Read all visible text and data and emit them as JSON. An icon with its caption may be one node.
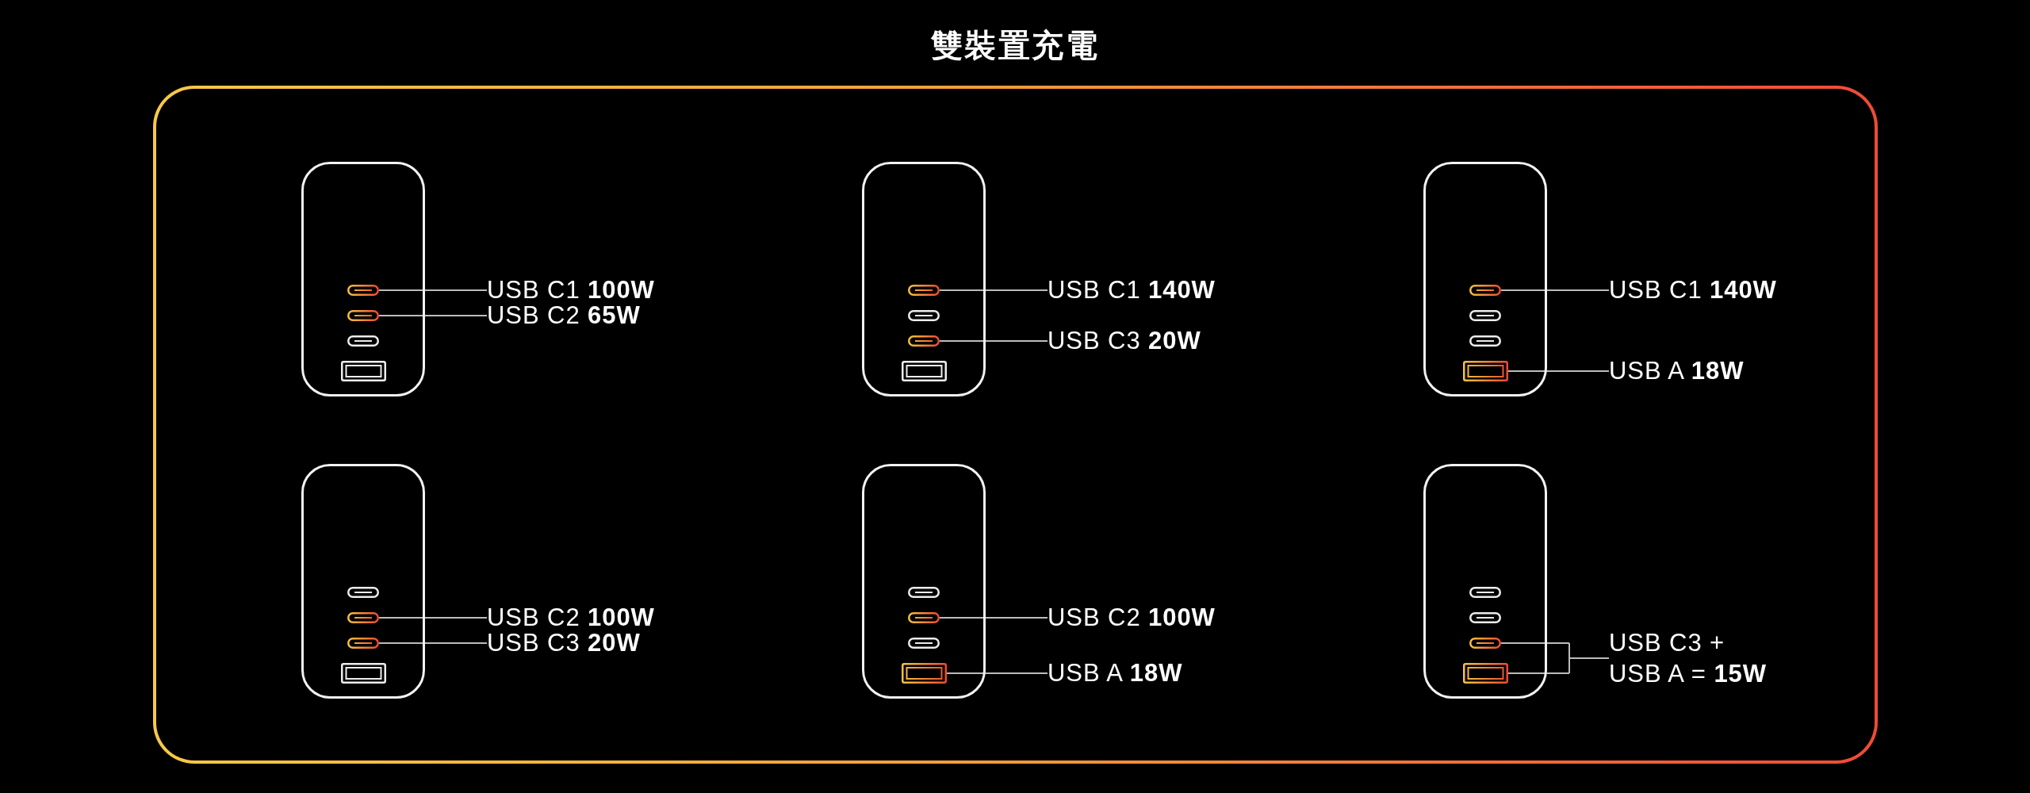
{
  "diagram": {
    "title": "雙裝置充電",
    "nodes": [
      {
        "text": [],
        "shape": "box"
      },
      {
        "text": [],
        "shape": "bar",
        "in": 0
      },
      {
        "text": [],
        "shape": "bar",
        "in": 0
      },
      {
        "text": [],
        "shape": "bar",
        "in": 0
      },
      {
        "text": [],
        "shape": "box",
        "in": 0
      },
      {
        "text": [
          "USB C1 **100W**"
        ]
      },
      {
        "text": [
          "USB C2 **65W**"
        ]
      },
      {
        "text": [],
        "shape": "box"
      },
      {
        "text": [],
        "shape": "bar",
        "in": 7
      },
      {
        "text": [],
        "shape": "bar",
        "in": 7
      },
      {
        "text": [],
        "shape": "bar",
        "in": 7
      },
      {
        "text": [],
        "shape": "box",
        "in": 7
      },
      {
        "text": [
          "USB C1 **140W**"
        ]
      },
      {
        "text": [
          "USB C3 **20W**"
        ]
      },
      {
        "text": [],
        "shape": "box"
      },
      {
        "text": [],
        "shape": "bar",
        "in": 14
      },
      {
        "text": [],
        "shape": "bar",
        "in": 14
      },
      {
        "text": [],
        "shape": "bar",
        "in": 14
      },
      {
        "text": [],
        "shape": "box",
        "in": 14
      },
      {
        "text": [
          "USB C1 **140W**"
        ]
      },
      {
        "text": [
          "USB A **18W**"
        ]
      },
      {
        "text": [],
        "shape": "box"
      },
      {
        "text": [],
        "shape": "bar",
        "in": 21
      },
      {
        "text": [],
        "shape": "bar",
        "in": 21
      },
      {
        "text": [],
        "shape": "bar",
        "in": 21
      },
      {
        "text": [],
        "shape": "box",
        "in": 21
      },
      {
        "text": [
          "USB C2 **100W**"
        ]
      },
      {
        "text": [
          "USB C3 **20W**"
        ]
      },
      {
        "text": [],
        "shape": "box"
      },
      {
        "text": [],
        "shape": "bar",
        "in": 28
      },
      {
        "text": [],
        "shape": "bar",
        "in": 28
      },
      {
        "text": [],
        "shape": "bar",
        "in": 28
      },
      {
        "text": [],
        "shape": "box",
        "in": 28
      },
      {
        "text": [
          "USB C2 **100W**"
        ]
      },
      {
        "text": [
          "USB A **18W**"
        ]
      },
      {
        "text": [],
        "shape": "box"
      },
      {
        "text": [],
        "shape": "bar",
        "in": 35
      },
      {
        "text": [],
        "shape": "bar",
        "in": 35
      },
      {
        "text": [],
        "shape": "bar",
        "in": 35
      },
      {
        "text": [],
        "shape": "box",
        "in": 35
      },
      {
        "text": [
          "USB C3 + USB A = **15W**"
        ]
      }
    ],
    "edges": [
      {
        "from": 5,
        "to": 1,
        "arrow": "none"
      },
      {
        "from": 6,
        "to": 2,
        "arrow": "none"
      },
      {
        "from": 12,
        "to": 8,
        "arrow": "none"
      },
      {
        "from": 13,
        "to": 10,
        "arrow": "none"
      },
      {
        "from": 19,
        "to": 15,
        "arrow": "none"
      },
      {
        "from": 20,
        "to": 18,
        "arrow": "none"
      },
      {
        "from": 26,
        "to": 23,
        "arrow": "none"
      },
      {
        "from": 27,
        "to": 24,
        "arrow": "none"
      },
      {
        "from": 33,
        "to": 30,
        "arrow": "none"
      },
      {
        "from": 34,
        "to": 32,
        "arrow": "none"
      },
      {
        "from": 40,
        "to": 38,
        "arrow": "none"
      },
      {
        "from": 40,
        "to": 39,
        "arrow": "none"
      }
    ]
  }
}
